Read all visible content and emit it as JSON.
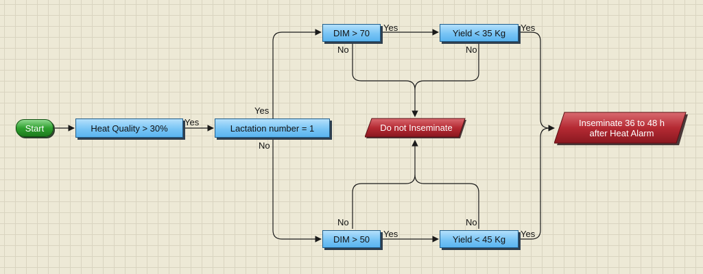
{
  "nodes": {
    "start": "Start",
    "heat_quality": "Heat Quality > 30%",
    "lactation": "Lactation number = 1",
    "dim70": "DIM > 70",
    "yield35": "Yield < 35 Kg",
    "dim50": "DIM > 50",
    "yield45": "Yield < 45 Kg",
    "do_not": "Do not Inseminate",
    "inseminate_line1": "Inseminate 36 to 48 h",
    "inseminate_line2": "after Heat Alarm"
  },
  "labels": {
    "yes_heat": "Yes",
    "yes_lact": "Yes",
    "no_lact": "No",
    "yes_dim70": "Yes",
    "no_dim70": "No",
    "yes_y35": "Yes",
    "no_y35": "No",
    "yes_dim50": "Yes",
    "no_dim50": "No",
    "yes_y45": "Yes",
    "no_y45": "No"
  },
  "colors": {
    "process_fill": "#78c4f5",
    "start_fill": "#2fa02f",
    "end_fill": "#a81e28",
    "connector": "#1a1a1a"
  }
}
